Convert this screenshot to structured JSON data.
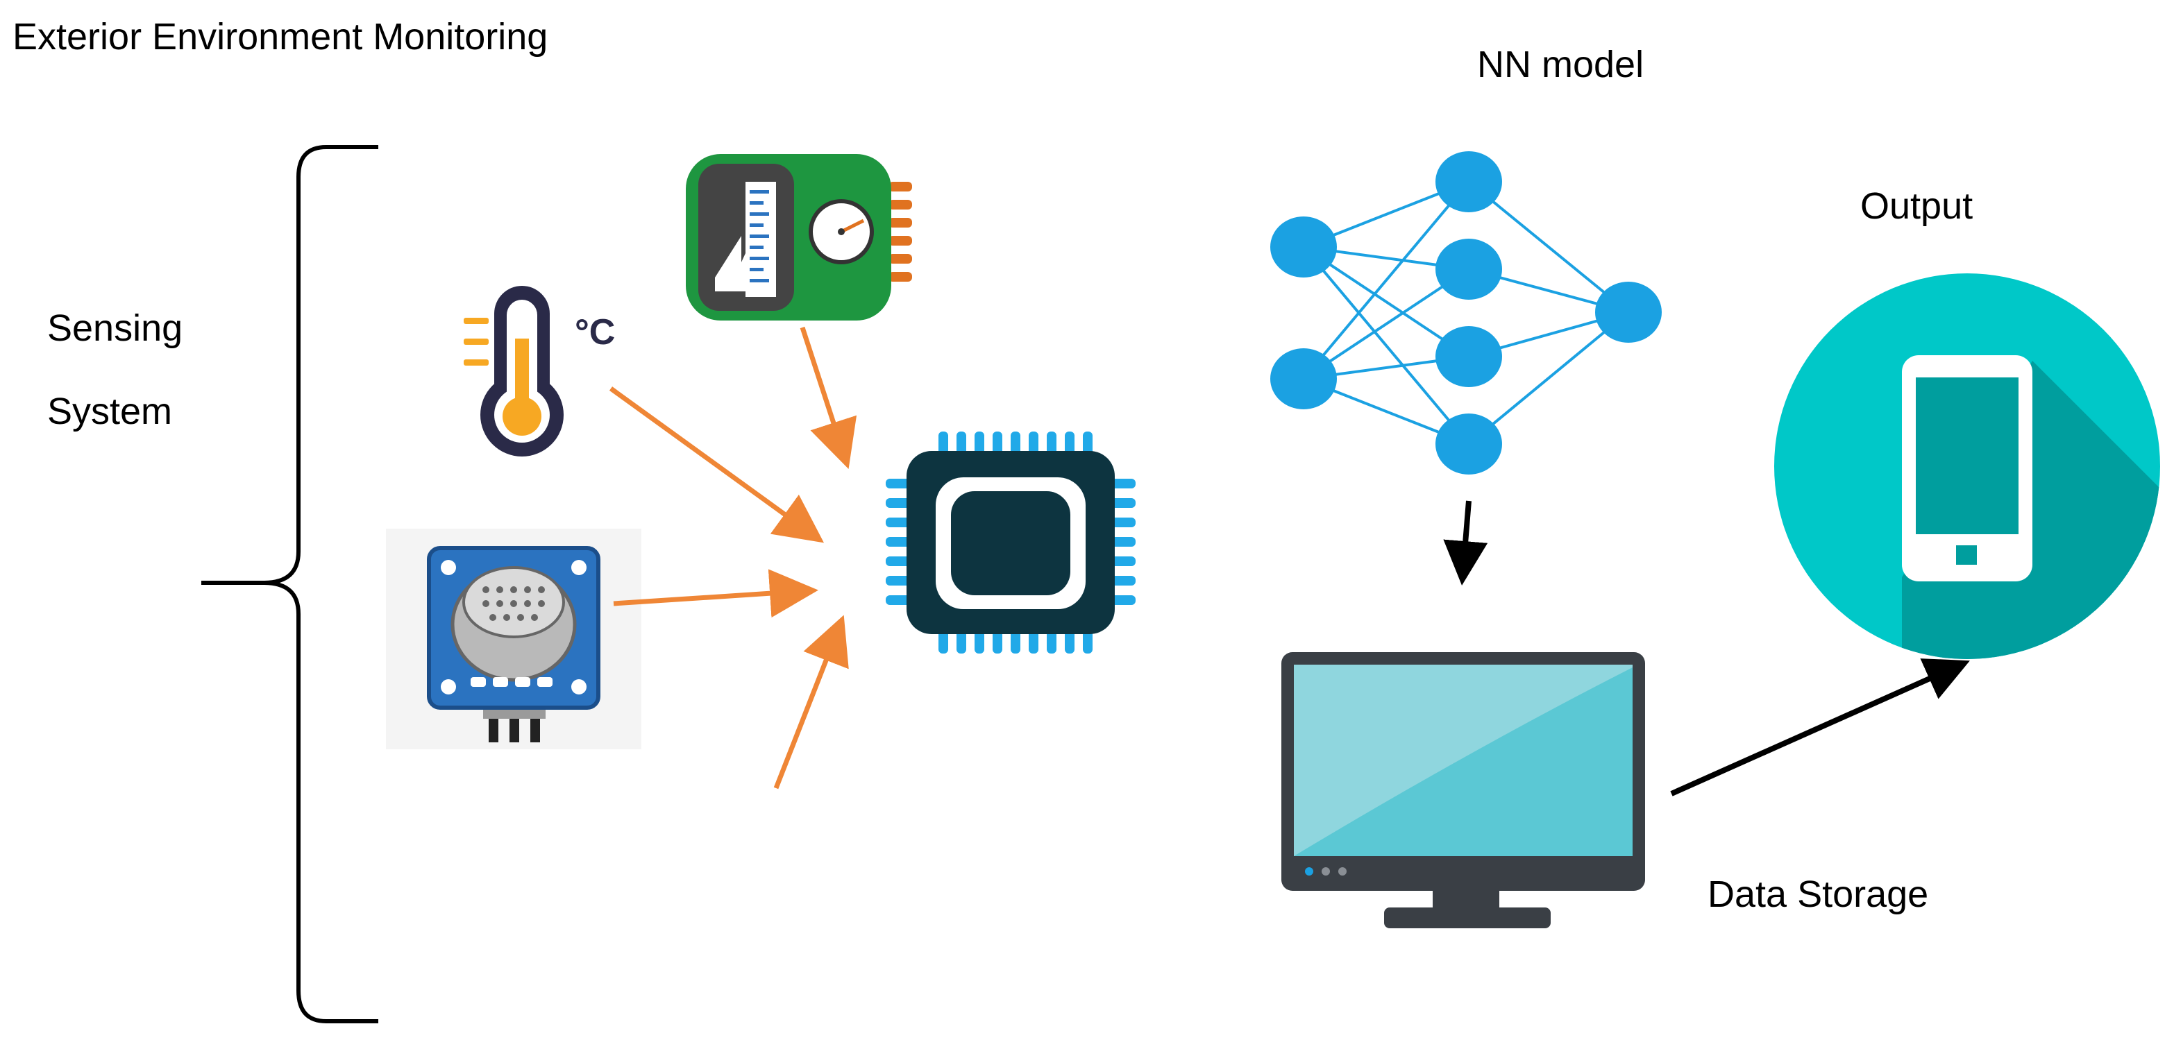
{
  "diagram": {
    "title": "Exterior Environment Monitoring",
    "sensing_label_line1": "Sensing",
    "sensing_label_line2": "System",
    "temp_unit": "°C",
    "nn_label": "NN model",
    "output_label": "Output",
    "storage_label": "Data Storage"
  },
  "colors": {
    "orange_arrow": "#EF8636",
    "nn_node": "#1BA1E2",
    "chip_dark": "#0D3440",
    "chip_pins": "#21A9E8",
    "teal_circle": "#00C8C8",
    "monitor_screen": "#5BC8D4",
    "thermo_orange": "#F7A823",
    "sensor_blue": "#2B73C0",
    "pcb_green": "#1E9640"
  },
  "icons": [
    "thermometer-icon",
    "pressure-sensor-icon",
    "gas-sensor-icon",
    "microcontroller-icon",
    "neural-network-icon",
    "monitor-icon",
    "smartphone-icon"
  ]
}
